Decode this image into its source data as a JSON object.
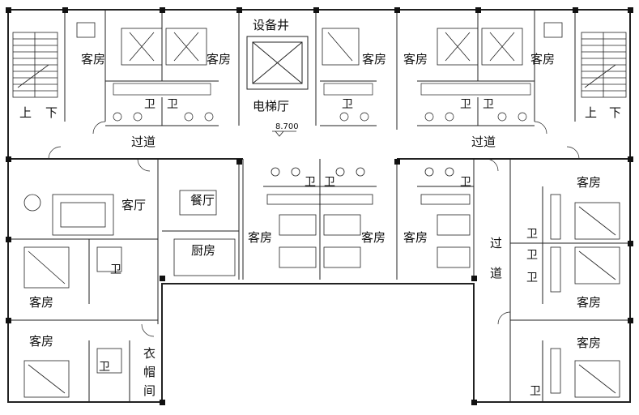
{
  "plan": {
    "rooms": {
      "guest_room": "客房",
      "toilet": "卫",
      "corridor": "过道",
      "equipment_shaft": "设备井",
      "elevator_hall": "电梯厅",
      "living_room": "客厅",
      "dining_room": "餐厅",
      "kitchen": "厨房",
      "cloakroom": "衣帽间",
      "stair_up": "上",
      "stair_down": "下"
    },
    "elevation": "8.700"
  }
}
